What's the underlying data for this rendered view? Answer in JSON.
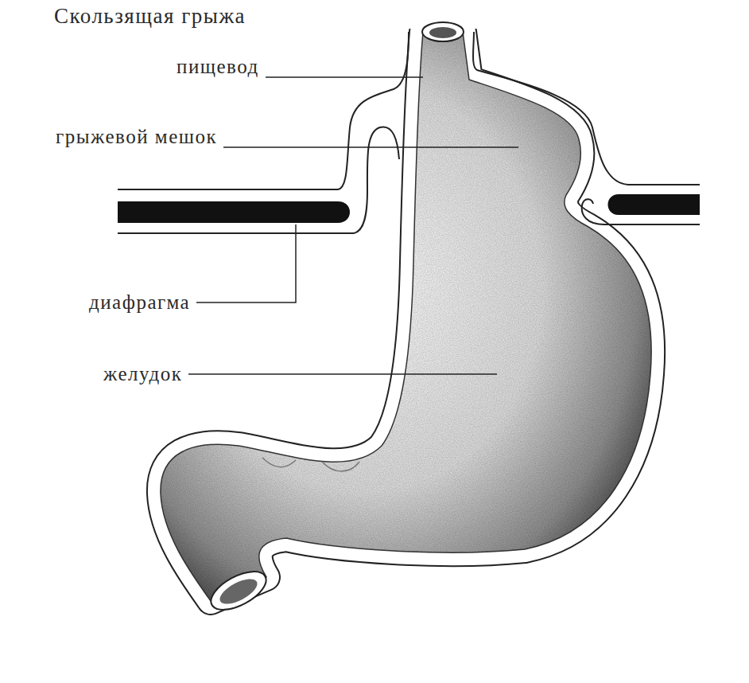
{
  "diagram": {
    "title": "Скользящая грыжа",
    "labels": [
      "пищевод",
      "грыжевой мешок",
      "диафрагма",
      "желудок"
    ]
  }
}
